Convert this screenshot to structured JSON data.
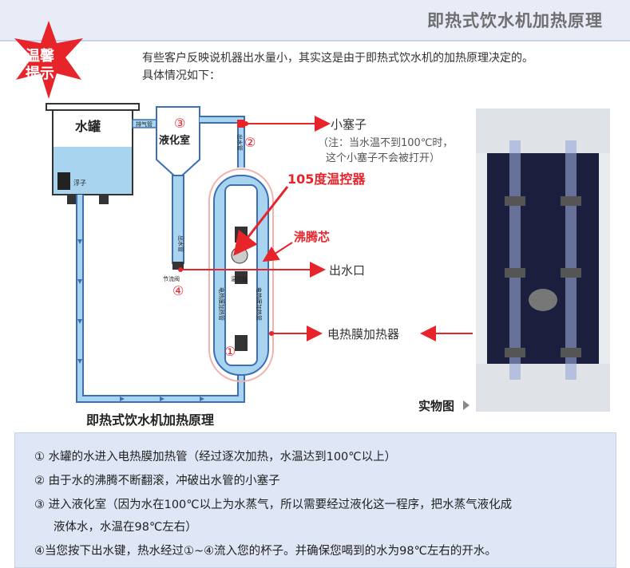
{
  "header": {
    "title": "即热式饮水机加热原理"
  },
  "badge": {
    "line1": "温馨",
    "line2": "提示"
  },
  "intro": {
    "line1": "有些客户反映说机器出水量小，其实这是由于即热式饮水机的加热原理决定的。",
    "line2": "具体情况如下："
  },
  "diagram": {
    "tank_label": "水罐",
    "float_label": "浮子",
    "exhaust_label": "排气管",
    "circle3": "③",
    "liquefier_label": "液化室",
    "outlet_pipe_label": "出水管",
    "throttle_label": "节流阀",
    "circle4": "④",
    "circle2": "②",
    "steam_pipe_label": "出水管",
    "circle1": "①",
    "thermostat_small": "温控器",
    "heater_small_left": "电热膜加热管",
    "heater_small_right": "电热膜加热管",
    "caption": "即热式饮水机加热原理",
    "callout_plug": "小塞子",
    "note_line1": "（注：当水温不到100℃时，",
    "note_line2": "这个小塞子不会被打开）",
    "callout_thermostat": "105度温控器",
    "callout_boil": "沸腾芯",
    "callout_outlet": "出水口",
    "callout_heater": "电热膜加热器",
    "photo_label": "实物图"
  },
  "steps": [
    "① 水罐的水进入电热膜加热管（经过逐次加热，水温达到100℃以上）",
    "② 由于水的沸腾不断翻滚，冲破出水管的小塞子",
    "③ 进入液化室（因为水在100℃以上为水蒸气，所以需要经过液化这一程序，把水蒸气液化成",
    "液体水，水温在98℃左右）",
    "④当您按下出水键，热水经过①~④流入您的杯子。并确保您喝到的水为98℃左右的开水。"
  ],
  "colors": {
    "red": "#e8242b",
    "pipe": "#a9d4f0",
    "pipe_border": "#3b6fb6",
    "header": "#e8ecf6",
    "panel": "#dfe6f5"
  }
}
